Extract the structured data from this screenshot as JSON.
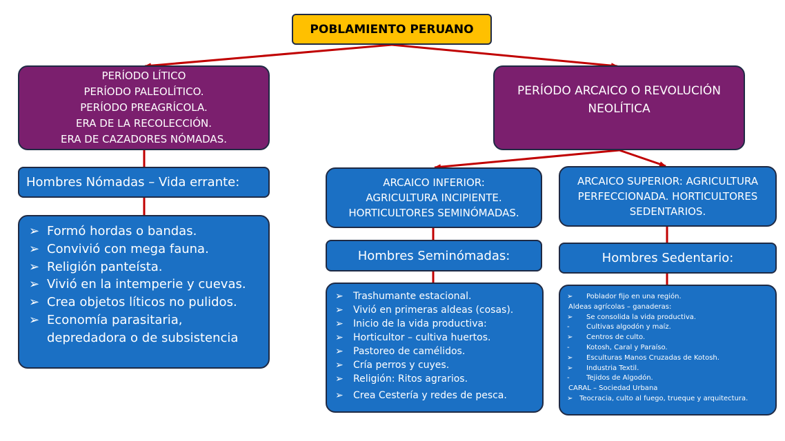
{
  "title": "POBLAMIENTO PERUANO",
  "lithic": {
    "lines": [
      "PERÍODO LÍTICO",
      "PERÍODO PALEOLÍTICO.",
      "PERÍODO PREAGRÍCOLA.",
      "ERA DE LA RECOLECCIÓN.",
      "ERA DE CAZADORES NÓMADAS."
    ],
    "header": "Hombres Nómadas – Vida errante:",
    "bullets": [
      "Formó hordas o bandas.",
      "Convivió con mega fauna.",
      "Religión panteísta.",
      "Vivió en la intemperie y cuevas.",
      "Crea objetos líticos no pulidos.",
      "Economía parasitaria, depredadora o de subsistencia"
    ]
  },
  "archaic": {
    "lines": [
      "PERÍODO ARCAICO O REVOLUCIÓN",
      "NEOLÍTICA"
    ]
  },
  "inferior": {
    "lines": [
      "ARCAICO INFERIOR:",
      "AGRICULTURA INCIPIENTE.",
      "HORTICULTORES SEMINÓMADAS."
    ],
    "header": "Hombres Seminómadas:",
    "bullets": [
      "Trashumante estacional.",
      "Vivió en primeras aldeas (cosas).",
      "Inicio de la vida productiva:",
      "Horticultor – cultiva huertos.",
      "Pastoreo de camélidos.",
      "Cría perros y cuyes.",
      "Religión: Ritos agrarios.",
      "Crea Cestería y redes de pesca."
    ]
  },
  "superior": {
    "lines": [
      "ARCAICO SUPERIOR: AGRICULTURA",
      "PERFECCIONADA. HORTICULTORES",
      "SEDENTARIOS."
    ],
    "header": "Hombres Sedentario:",
    "items": [
      {
        "marker": "➢",
        "text": "Poblador fijo en una región."
      },
      {
        "marker": "",
        "text": "Aldeas agrícolas – ganaderas:"
      },
      {
        "marker": "➢",
        "text": "Se consolida la vida productiva."
      },
      {
        "marker": "-",
        "text": "Cultivas algodón y maíz."
      },
      {
        "marker": "➢",
        "text": "Centros de culto."
      },
      {
        "marker": "-",
        "text": "Kotosh, Caral y Paraíso."
      },
      {
        "marker": "➢",
        "text": "Esculturas Manos Cruzadas de Kotosh."
      },
      {
        "marker": "➢",
        "text": "Industria Textil."
      },
      {
        "marker": "-",
        "text": "Tejidos de Algodón."
      },
      {
        "marker": "",
        "text": "CARAL – Sociedad Urbana"
      },
      {
        "marker": "➢",
        "text": "Teocracia, culto al fuego, trueque y arquitectura."
      }
    ]
  },
  "colors": {
    "title_bg": "#ffc000",
    "period_bg": "#7b1f6e",
    "box_bg": "#1b70c4",
    "connector": "#c00000"
  }
}
